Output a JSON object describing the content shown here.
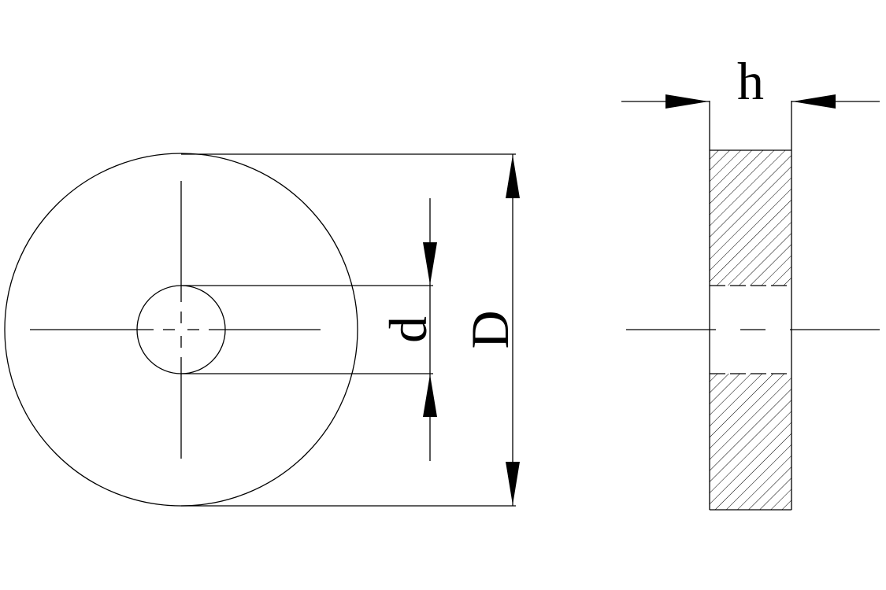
{
  "labels": {
    "inner_diameter": "d",
    "outer_diameter": "D",
    "thickness": "h"
  }
}
